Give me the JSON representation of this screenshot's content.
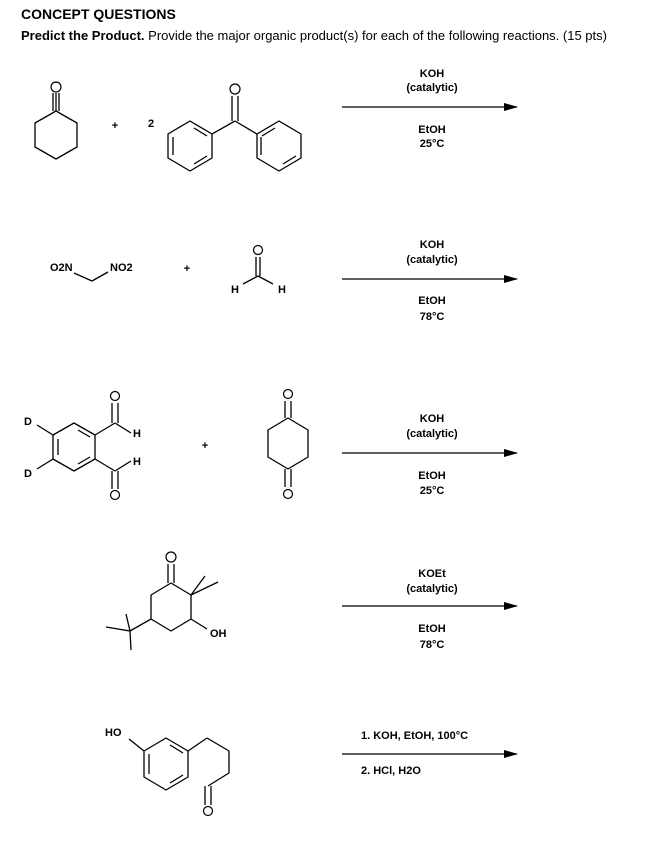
{
  "header": {
    "title": "CONCEPT QUESTIONS",
    "prompt_bold": "Predict the Product.",
    "prompt_rest": " Provide the major organic product(s) for each of the following reactions.  (15 pts)"
  },
  "reactions": [
    {
      "plus": "+",
      "coefficient": "2",
      "reagent_top_1": "KOH",
      "reagent_top_2": "(catalytic)",
      "reagent_bottom_1": "EtOH",
      "reagent_bottom_2": "25°C"
    },
    {
      "label_o2n": "O2N",
      "label_no2": "NO2",
      "plus": "+",
      "label_o": "O",
      "label_h_left": "H",
      "label_h_right": "H",
      "reagent_top_1": "KOH",
      "reagent_top_2": "(catalytic)",
      "reagent_bottom_1": "EtOH",
      "reagent_bottom_2": "78°C"
    },
    {
      "label_d_top": "D",
      "label_d_bottom": "D",
      "label_h_top": "H",
      "label_h_bottom": "H",
      "plus": "+",
      "reagent_top_1": "KOH",
      "reagent_top_2": "(catalytic)",
      "reagent_bottom_1": "EtOH",
      "reagent_bottom_2": "25°C"
    },
    {
      "label_oh": "OH",
      "reagent_top_1": "KOEt",
      "reagent_top_2": "(catalytic)",
      "reagent_bottom_1": "EtOH",
      "reagent_bottom_2": "78°C"
    },
    {
      "label_ho": "HO",
      "step_1": "1. KOH, EtOH, 100°C",
      "step_2": "2. HCl, H2O"
    }
  ]
}
